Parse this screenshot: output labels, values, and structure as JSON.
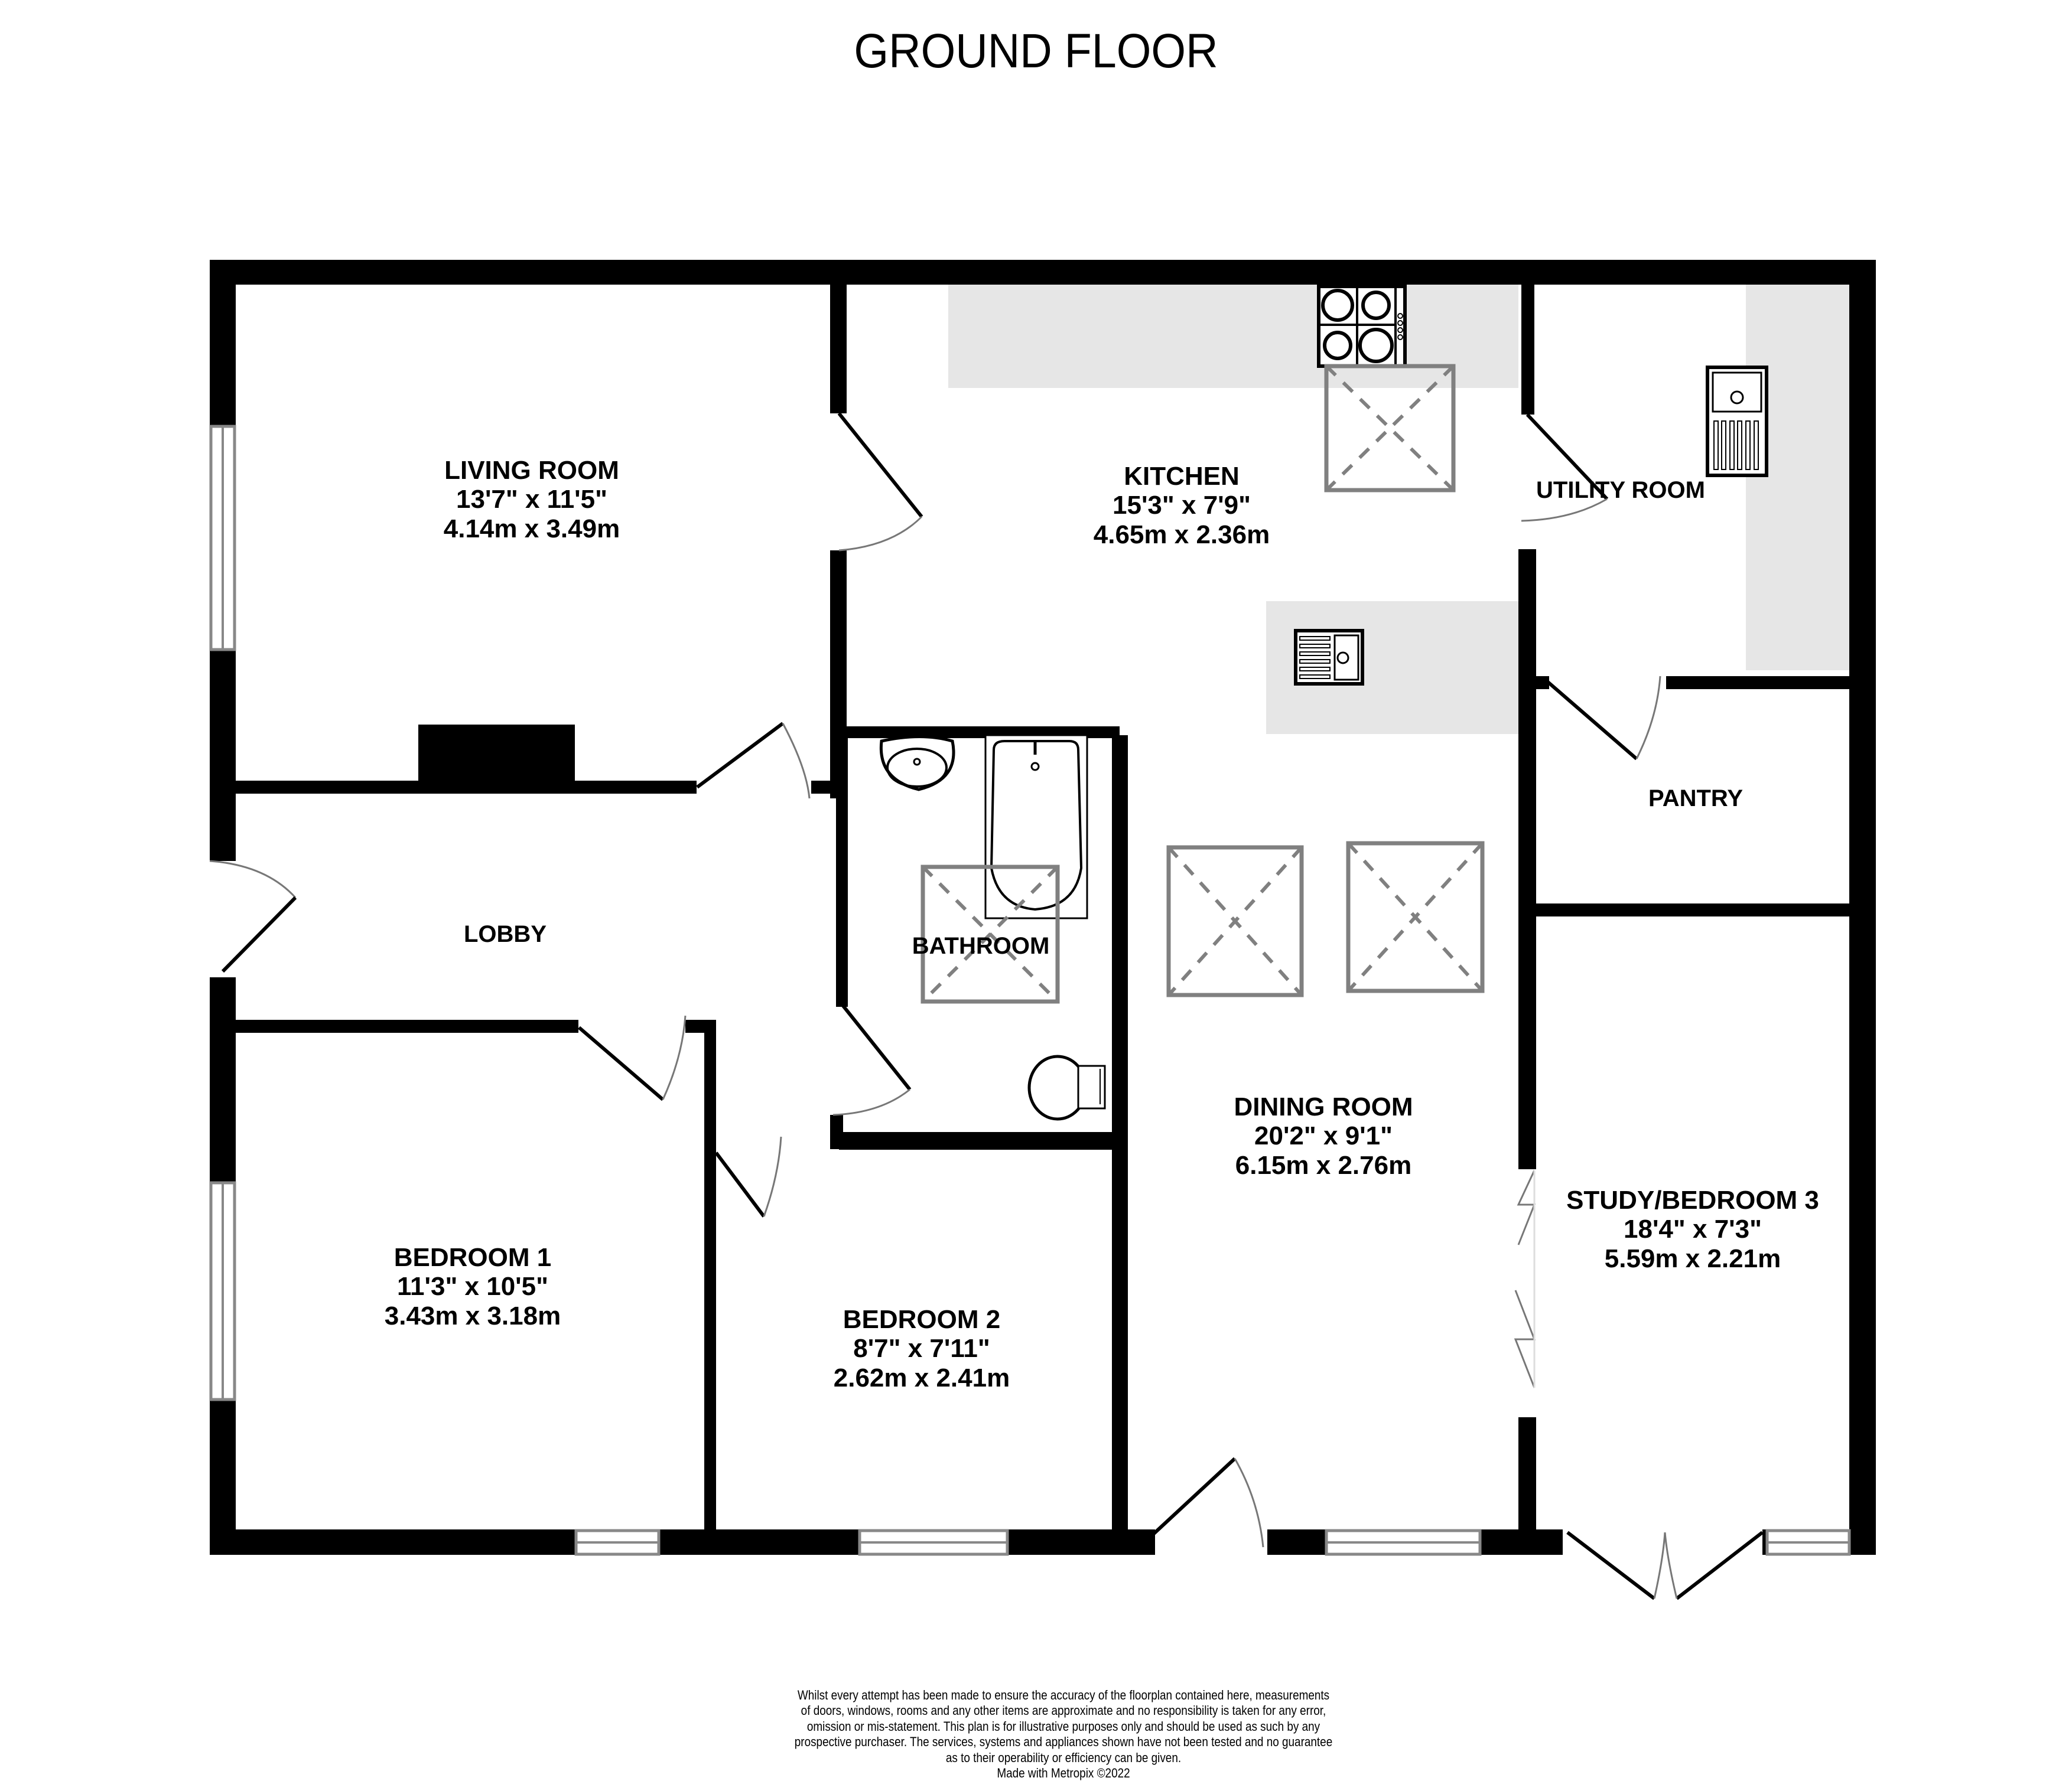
{
  "title": "GROUND FLOOR",
  "rooms": {
    "living_room": {
      "name": "LIVING ROOM",
      "imperial": "13'7\"  x 11'5\"",
      "metric": "4.14m  x 3.49m"
    },
    "kitchen": {
      "name": "KITCHEN",
      "imperial": "15'3\"  x 7'9\"",
      "metric": "4.65m  x 2.36m"
    },
    "utility_room": {
      "name": "UTILITY ROOM"
    },
    "pantry": {
      "name": "PANTRY"
    },
    "lobby": {
      "name": "LOBBY"
    },
    "bathroom": {
      "name": "BATHROOM"
    },
    "dining_room": {
      "name": "DINING ROOM",
      "imperial": "20'2\"  x 9'1\"",
      "metric": "6.15m  x 2.76m"
    },
    "study_bedroom_3": {
      "name": "STUDY/BEDROOM 3",
      "imperial": "18'4\"  x 7'3\"",
      "metric": "5.59m  x 2.21m"
    },
    "bedroom_1": {
      "name": "BEDROOM 1",
      "imperial": "11'3\"  x 10'5\"",
      "metric": "3.43m  x 3.18m"
    },
    "bedroom_2": {
      "name": "BEDROOM 2",
      "imperial": "8'7\"  x 7'11\"",
      "metric": "2.62m  x 2.41m"
    }
  },
  "fixtures": [
    "hob-icon",
    "kitchen-sink-icon",
    "utility-sink-icon",
    "basin-icon",
    "bath-icon",
    "toilet-icon",
    "skylight-icon"
  ],
  "colors": {
    "wall": "#000000",
    "worktop": "#e6e6e6",
    "skylight": "#808080",
    "window": "#888888",
    "background": "#ffffff"
  },
  "disclaimer": {
    "lines": [
      "Whilst every attempt has been made to ensure the accuracy of the floorplan contained here, measurements",
      "of doors, windows, rooms and any other items are approximate and no responsibility is taken for any error,",
      "omission or mis-statement. This plan is for illustrative purposes only and should be used as such by any",
      "prospective purchaser. The services, systems and appliances shown have not been tested and no guarantee",
      "as to their operability or efficiency can be given."
    ],
    "credit": "Made with Metropix ©2022"
  }
}
